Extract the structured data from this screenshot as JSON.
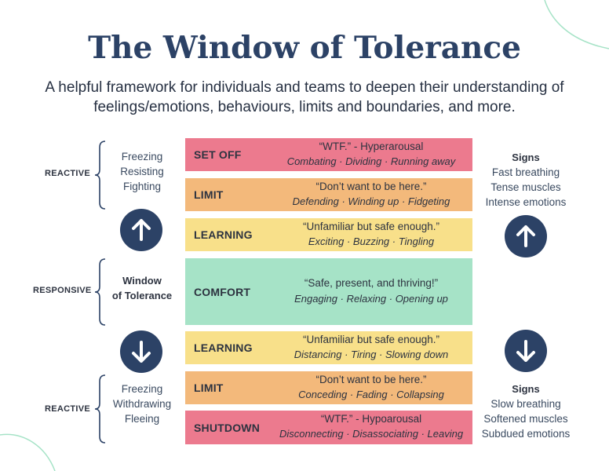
{
  "title": "The Window of Tolerance",
  "subtitle_line1": "A helpful framework for individuals and teams to deepen their understanding of",
  "subtitle_line2": "feelings/emotions, behaviours, limits and boundaries, and more.",
  "colors": {
    "navy": "#2c4266",
    "pink": "#ec7a8e",
    "orange": "#f3b97b",
    "yellow": "#f8e08a",
    "green": "#a6e3c7"
  },
  "bands": [
    {
      "label": "SET OFF",
      "quote": "“WTF.” - Hyperarousal",
      "words": "Combating · Dividing · Running away",
      "color": "pink"
    },
    {
      "label": "LIMIT",
      "quote": "“Don’t want to be here.”",
      "words": "Defending · Winding up · Fidgeting",
      "color": "orange"
    },
    {
      "label": "LEARNING",
      "quote": "“Unfamiliar but safe enough.”",
      "words": "Exciting · Buzzing · Tingling",
      "color": "yellow"
    },
    {
      "label": "COMFORT",
      "quote": "“Safe, present, and thriving!”",
      "words": "Engaging · Relaxing · Opening up",
      "color": "green"
    },
    {
      "label": "LEARNING",
      "quote": "“Unfamiliar but safe enough.”",
      "words": "Distancing · Tiring · Slowing down",
      "color": "yellow"
    },
    {
      "label": "LIMIT",
      "quote": "“Don’t want to be here.”",
      "words": "Conceding · Fading  · Collapsing",
      "color": "orange"
    },
    {
      "label": "SHUTDOWN",
      "quote": "“WTF.” - Hypoarousal",
      "words": "Disconnecting · Disassociating · Leaving",
      "color": "pink"
    }
  ],
  "left": {
    "top_label": "REACTIVE",
    "top_items": [
      "Freezing",
      "Resisting",
      "Fighting"
    ],
    "mid_label": "RESPONSIVE",
    "mid_line1": "Window",
    "mid_line2": "of Tolerance",
    "bottom_label": "REACTIVE",
    "bottom_items": [
      "Freezing",
      "Withdrawing",
      "Fleeing"
    ]
  },
  "right": {
    "top_heading": "Signs",
    "top_items": [
      "Fast breathing",
      "Tense muscles",
      "Intense emotions"
    ],
    "bottom_heading": "Signs",
    "bottom_items": [
      "Slow breathing",
      "Softened muscles",
      "Subdued emotions"
    ]
  },
  "icons": [
    "arrow-up-icon",
    "arrow-down-icon"
  ]
}
